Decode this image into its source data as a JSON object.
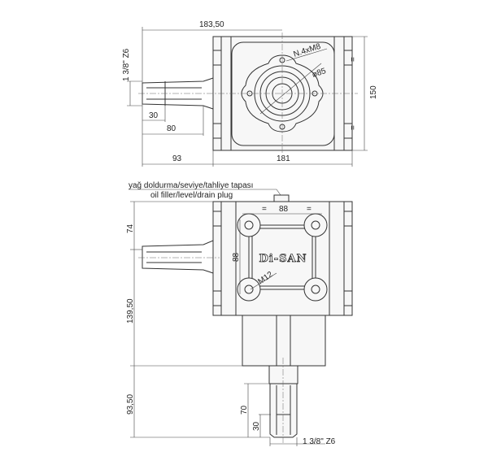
{
  "top_view": {
    "dim_overall": "183,50",
    "dim_spline": "1 3/8\" Z6",
    "dim_30": "30",
    "dim_80": "80",
    "dim_93": "93",
    "dim_181": "181",
    "dim_150": "150",
    "flange_holes": "N.4xM8",
    "flange_diameter": "⌀85",
    "equal_mark": "="
  },
  "front_view": {
    "plug_label_tr": "yağ doldurma/seviye/tahliye tapası",
    "plug_label_en": "oil filler/level/drain plug",
    "dim_88_h": "88",
    "dim_88_v": "88",
    "brand": "Di-SAN",
    "bolt_thread": "M12",
    "dim_74": "74",
    "dim_139_50": "139,50",
    "dim_93_50": "93,50",
    "dim_70": "70",
    "dim_30": "30",
    "dim_spline": "1 3/8\" Z6",
    "equal_mark": "="
  }
}
